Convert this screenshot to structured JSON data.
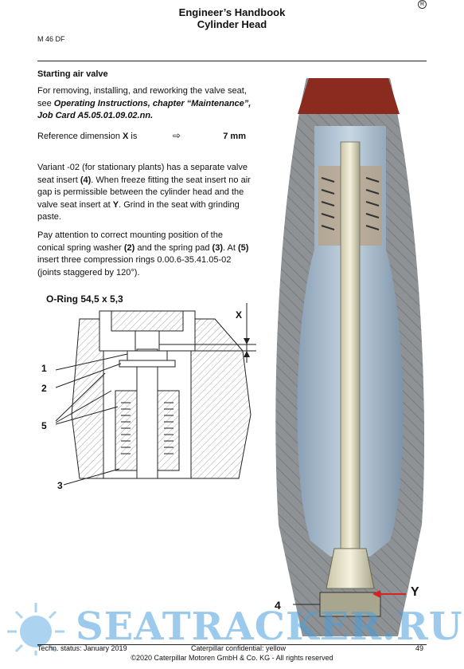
{
  "header": {
    "title_line1": "Engineer’s Handbook",
    "title_line2": "Cylinder Head",
    "registered_mark": "R"
  },
  "doc_code": "M 46 DF",
  "section": {
    "title": "Starting air valve",
    "p1_plain": "For removing, installing, and reworking the valve seat, see ",
    "p1_bold": "Operating Instructions, chapter “Maintenance”, Job Card A5.05.01.09.02.nn.",
    "ref_label_plain": "Reference dimension ",
    "ref_label_bold": "X",
    "ref_label_tail": " is",
    "ref_arrow": "⇨",
    "ref_value": "7 mm",
    "p2_a": "Variant -02 (for stationary plants) has a separate valve seat insert ",
    "p2_b": "(4)",
    "p2_c": ". When freeze fitting the seat insert no air gap is permissible between the cylinder head and the valve seat insert at ",
    "p2_d": "Y",
    "p2_e": ". Grind in the seat with grinding paste.",
    "p3_a": "Pay attention to correct mounting position of the conical spring washer ",
    "p3_b": "(2)",
    "p3_c": " and the spring pad ",
    "p3_d": "(3)",
    "p3_e": ". At ",
    "p3_f": "(5)",
    "p3_g": " insert three compression rings 0.00.6-35.41.05-02 (joints staggered by 120°)."
  },
  "drawing_left": {
    "oring_label": "O-Ring 54,5 x 5,3",
    "x_label": "X",
    "callouts": [
      "1",
      "2",
      "5",
      "3"
    ]
  },
  "drawing_right": {
    "label_y": "Y",
    "label_4": "4",
    "arrow_color": "#e02020"
  },
  "footer": {
    "left": "Techn. status: January 2019",
    "middle": "Caterpillar confidential: yellow",
    "page": "49",
    "copyright": "©2020 Caterpillar Motoren GmbH & Co. KG - All rights reserved"
  },
  "watermark": {
    "text": "SEATRACKER.RU",
    "color": "#4aa0dd"
  }
}
